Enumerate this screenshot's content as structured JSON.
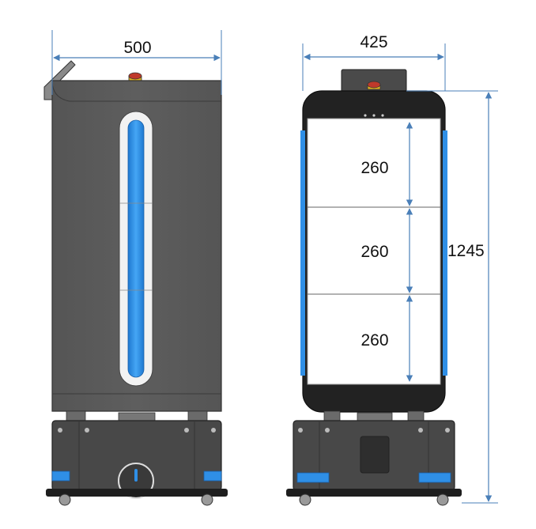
{
  "dimensions": {
    "side_width": "500",
    "front_width": "425",
    "total_height": "1245",
    "shelves": [
      "260",
      "260",
      "260"
    ]
  },
  "colors": {
    "body": "#5b5b5b",
    "body_dark": "#3f3f3f",
    "base": "#4a4a4a",
    "accent_blue": "#2f8fe6",
    "dimension_line": "#4a7fb8",
    "estop_red": "#c0392b",
    "estop_yellow": "#e0b020"
  },
  "icons": {
    "emergency_stop": "emergency-stop-icon",
    "light_strip": "light-strip-icon",
    "wheel": "wheel-icon",
    "bumper": "bumper-light-icon"
  }
}
